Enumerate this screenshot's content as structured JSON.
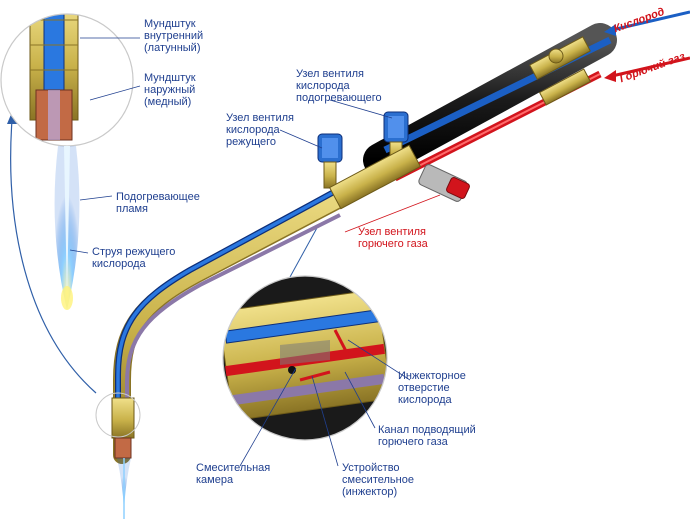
{
  "colors": {
    "label_blue": "#1f3f8f",
    "label_red": "#d2141c",
    "oxygen_blue": "#1b5fc4",
    "gas_red": "#d2141c",
    "brass": "#c9b24a",
    "mix_purple": "#8b78a8"
  },
  "labels": {
    "oxygen_input": "Кислород",
    "fuel_gas_input": "Горючий газ",
    "inner_tip": [
      "Мундштук",
      "внутренний",
      "(латунный)"
    ],
    "outer_tip": [
      "Мундштук",
      "наружный",
      "(медный)"
    ],
    "preheat_flame": [
      "Подогревающее",
      "пламя"
    ],
    "cutting_jet": [
      "Струя режущего",
      "кислорода"
    ],
    "preheat_valve": [
      "Узел вентиля",
      "кислорода",
      "подогревающего"
    ],
    "cutting_valve": [
      "Узел вентиля",
      "кислорода",
      "режущего"
    ],
    "gas_valve": [
      "Узел вентиля",
      "горючего газа"
    ],
    "injector_hole": [
      "Инжекторное",
      "отверстие",
      "кислорода"
    ],
    "gas_channel": [
      "Канал подводящий",
      "горючего газа"
    ],
    "mixing_chamber": [
      "Смесительная",
      "камера"
    ],
    "injector_device": [
      "Устройство",
      "смесительное",
      "(инжектор)"
    ]
  }
}
